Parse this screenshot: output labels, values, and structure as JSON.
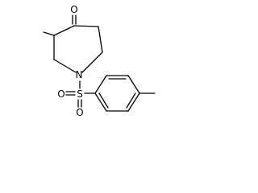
{
  "molecule": {
    "atoms": [
      {
        "id": "o-ketone",
        "symbol": "O"
      },
      {
        "id": "n-ring",
        "symbol": "N"
      },
      {
        "id": "s-sulfonyl",
        "symbol": "S"
      },
      {
        "id": "o-sulfonyl-left",
        "symbol": "O"
      },
      {
        "id": "o-sulfonyl-bottom",
        "symbol": "O"
      }
    ]
  }
}
